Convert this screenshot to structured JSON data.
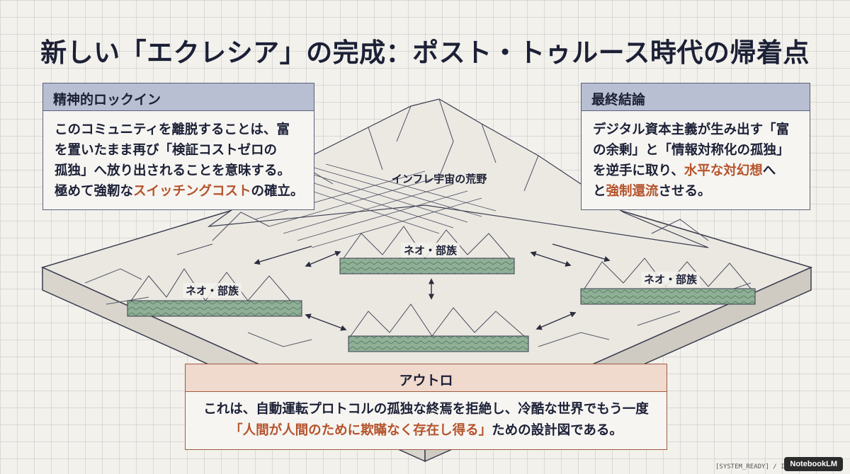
{
  "title": "新しい「エクレシア」の完成：ポスト・トゥルース時代の帰着点",
  "lockin": {
    "heading": "精神的ロックイン",
    "lines": [
      "このコミュニティを離脱することは、富",
      "を置いたまま再び「検証コストゼロの",
      "孤独」へ放り出されることを意味する。"
    ],
    "line4_pre": "極めて強靭な",
    "line4_accent": "スイッチングコスト",
    "line4_post": "の確立。"
  },
  "conclusion": {
    "heading": "最終結論",
    "line1": "デジタル資本主義が生み出す「富",
    "line2": "の余剰」と「情報対称化の孤独」",
    "line3_pre": "を逆手に取り、",
    "line3_accent": "水平な対幻想",
    "line3_post": "へ",
    "line4_pre": "と",
    "line4_accent": "強制還流",
    "line4_post": "させる。"
  },
  "diagram": {
    "wilderness_label": "インフレ宇宙の荒野",
    "tribe_label": "ネオ・部族"
  },
  "outro": {
    "heading": "アウトロ",
    "line1": "これは、自動運転プロトコルの孤独な終焉を拒絶し、冷酷な世界でもう一度",
    "line2_accent": "「人間が人間のために欺瞞なく存在し得る」",
    "line2_post": "ための設計図である。"
  },
  "footer": {
    "status": "[SYSTEM_READY] / IN",
    "brand": "NotebookLM"
  },
  "colors": {
    "background": "#f3f1ec",
    "box_header": "#b8bfd2",
    "outro_header": "#f0d9cd",
    "accent": "#b5532c",
    "tribe_band": "#8fb096"
  }
}
